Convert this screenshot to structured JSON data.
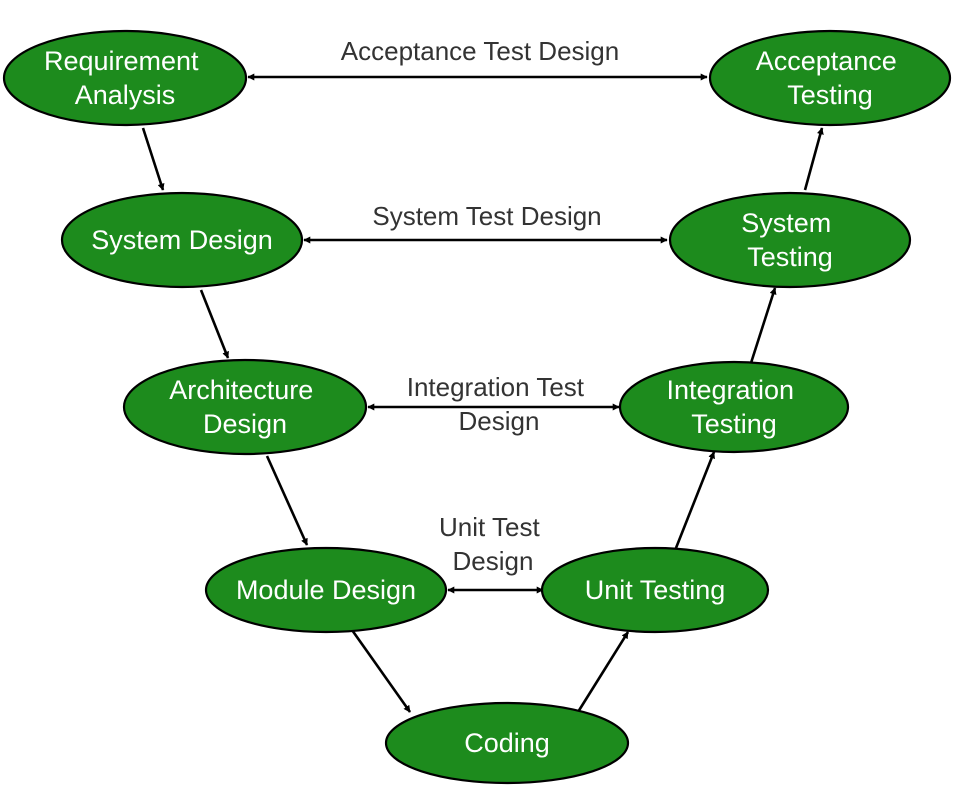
{
  "colors": {
    "node_fill": "#1d8b1d",
    "node_stroke": "#000000",
    "node_text": "#ffffff",
    "edge": "#000000",
    "edge_label": "#333333"
  },
  "nodes": {
    "requirement_analysis": [
      "Requirement",
      "Analysis"
    ],
    "system_design": [
      "System Design"
    ],
    "architecture_design": [
      "Architecture",
      "Design"
    ],
    "module_design": [
      "Module Design"
    ],
    "coding": [
      "Coding"
    ],
    "unit_testing": [
      "Unit Testing"
    ],
    "integration_testing": [
      "Integration",
      "Testing"
    ],
    "system_testing": [
      "System",
      "Testing"
    ],
    "acceptance_testing": [
      "Acceptance",
      "Testing"
    ]
  },
  "links": {
    "acceptance_test_design": [
      "Acceptance Test Design"
    ],
    "system_test_design": [
      "System Test Design"
    ],
    "integration_test_design": [
      "Integration Test",
      "Design"
    ],
    "unit_test_design": [
      "Unit Test",
      "Design"
    ]
  }
}
